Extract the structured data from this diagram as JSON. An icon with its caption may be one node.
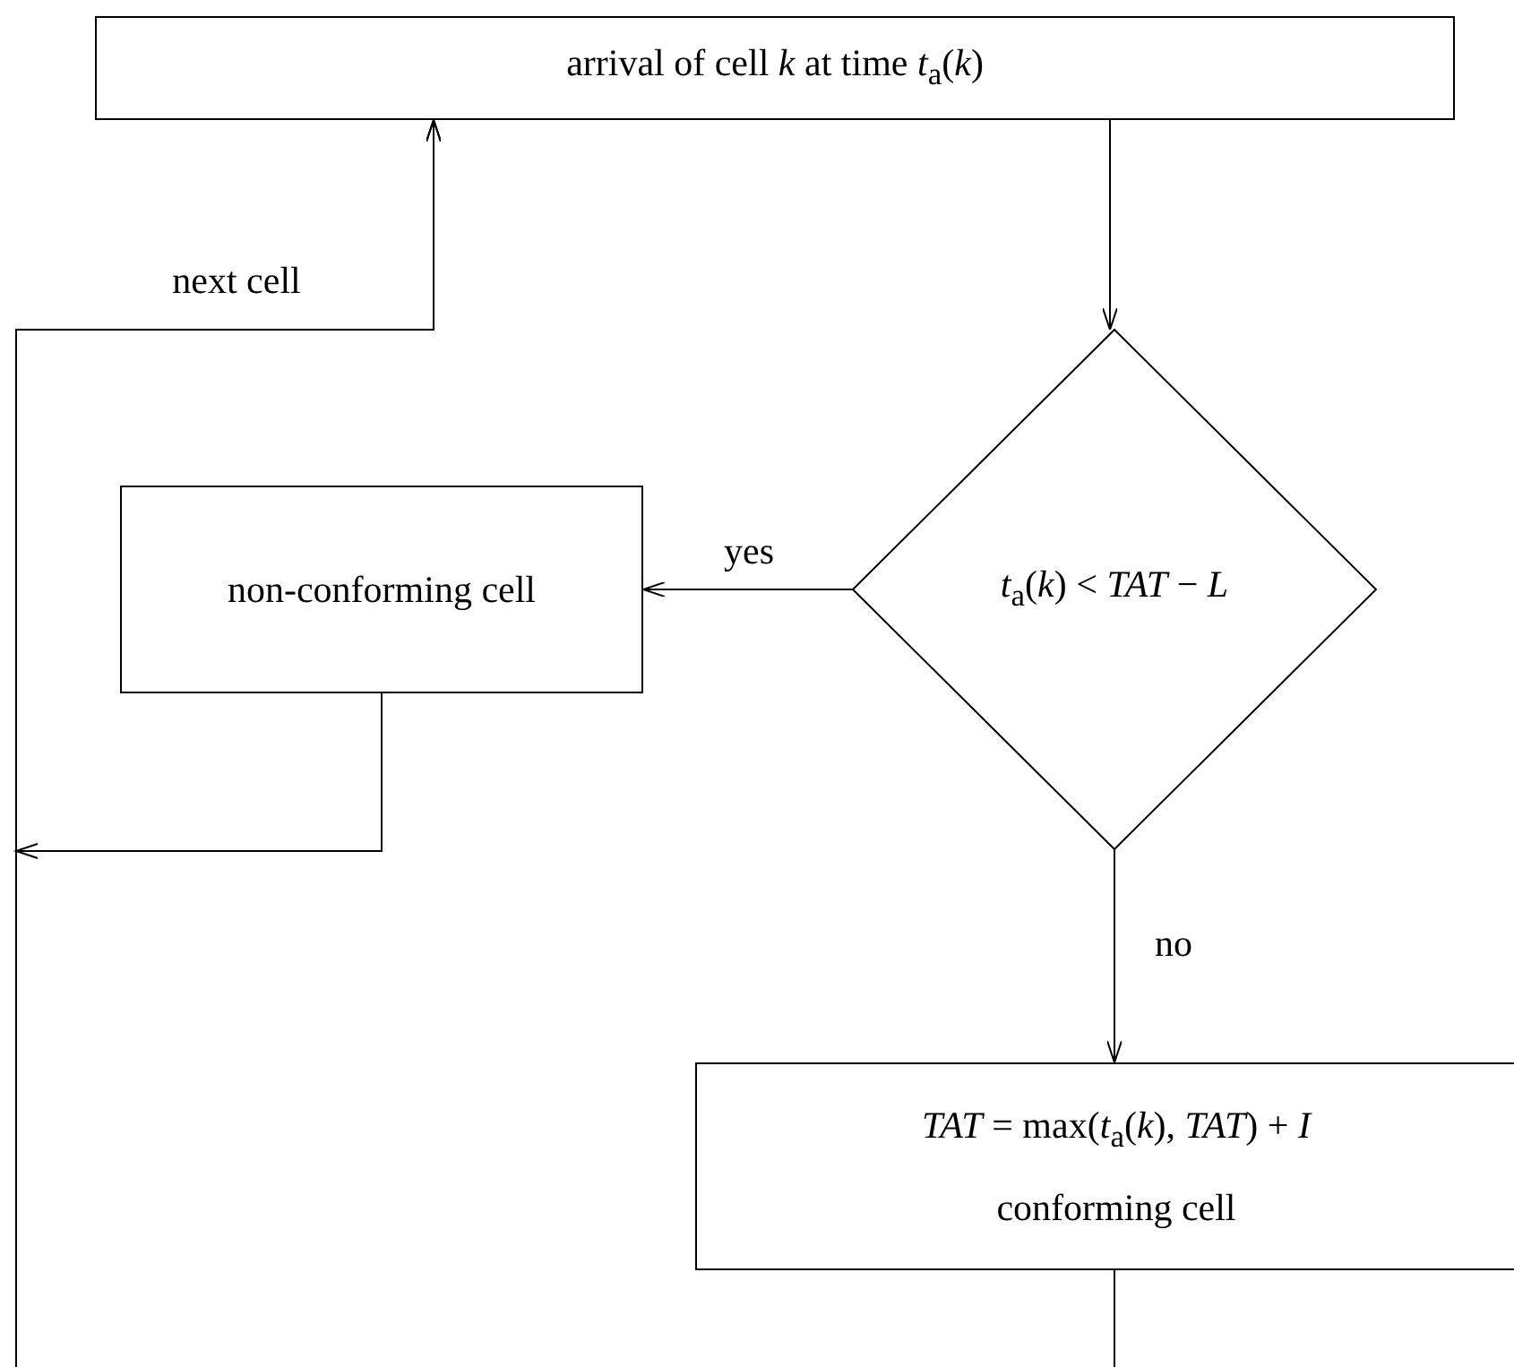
{
  "diagram": {
    "nodes": [
      {
        "text": [
          "arrival of cell *k* at time *t*$_{a}$(*k*)"
        ]
      },
      {
        "text": [
          "*t*$_{a}$(*k*) < *TAT* − *L*"
        ]
      },
      {
        "text": [
          "non-conforming cell"
        ]
      },
      {
        "text": [
          "*TAT* = max(*t*$_{a}$(*k*), *TAT*) + *I*",
          "conforming cell"
        ]
      }
    ],
    "edges": [
      {
        "from": 0,
        "to": 1,
        "arrow": "to"
      },
      {
        "from": 1,
        "to": 2,
        "arrow": "to",
        "label": "yes"
      },
      {
        "from": 1,
        "to": 3,
        "arrow": "to",
        "label": "no"
      },
      {
        "from": 3,
        "to": 0,
        "arrow": "to",
        "label": "next cell"
      },
      {
        "from": 2,
        "to": 0,
        "arrow": "to"
      }
    ]
  }
}
